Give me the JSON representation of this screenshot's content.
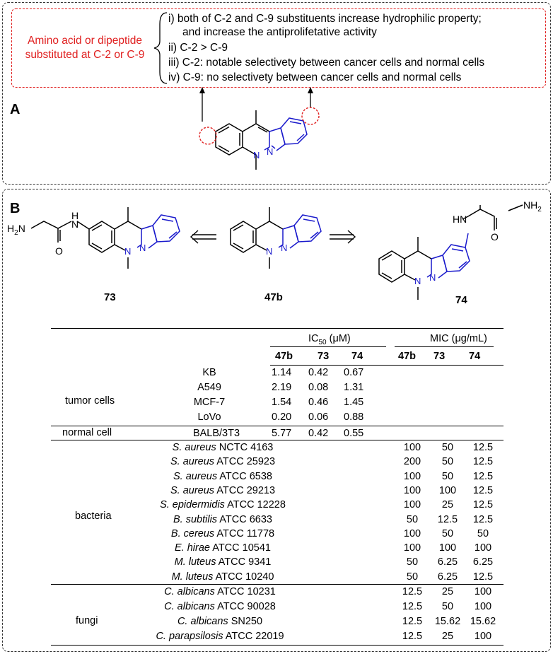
{
  "panel_a": {
    "label": "A",
    "title_line1": "Amino acid or dipeptide",
    "title_line2": "substituted at C-2 or C-9",
    "rules": [
      "i) both of C-2 and C-9 substituents increase hydrophilic property;",
      "and increase the antiprolifetative activity",
      "ii) C-2 > C-9",
      "iii) C-2: notable selectivety between cancer cells and normal cells",
      "iv) C-9: no selectivety between cancer cells and normal cells"
    ]
  },
  "panel_b": {
    "label": "B",
    "compounds": [
      "73",
      "47b",
      "74"
    ],
    "atoms": {
      "n": "N",
      "h": "H",
      "o": "O",
      "nh": "HN",
      "nh2": "NH",
      "h2n": "H",
      "sub2": "2"
    },
    "ic50_header": "IC",
    "ic50_sub": "50",
    "ic50_unit": "(μM)",
    "mic_header": "MIC",
    "mic_unit": "(μg/mL)",
    "col_heads": [
      "47b",
      "73",
      "74"
    ],
    "groups": {
      "tumor": "tumor cells",
      "normal": "normal cell",
      "bacteria": "bacteria",
      "fungi": "fungi"
    },
    "tumor_rows": [
      {
        "name": "KB",
        "v": [
          "1.14",
          "0.42",
          "0.67"
        ]
      },
      {
        "name": "A549",
        "v": [
          "2.19",
          "0.08",
          "1.31"
        ]
      },
      {
        "name": "MCF-7",
        "v": [
          "1.54",
          "0.46",
          "1.45"
        ]
      },
      {
        "name": "LoVo",
        "v": [
          "0.20",
          "0.06",
          "0.88"
        ]
      }
    ],
    "normal_rows": [
      {
        "name": "BALB/3T3",
        "v": [
          "5.77",
          "0.42",
          "0.55"
        ]
      }
    ],
    "bacteria_rows": [
      {
        "sp": "S. aureus",
        "strain": " NCTC 4163",
        "v": [
          "100",
          "50",
          "12.5"
        ]
      },
      {
        "sp": "S. aureus",
        "strain": " ATCC 25923",
        "v": [
          "200",
          "50",
          "12.5"
        ]
      },
      {
        "sp": "S. aureus",
        "strain": " ATCC 6538",
        "v": [
          "100",
          "50",
          "12.5"
        ]
      },
      {
        "sp": "S. aureus",
        "strain": " ATCC 29213",
        "v": [
          "100",
          "100",
          "12.5"
        ]
      },
      {
        "sp": "S. epidermidis",
        "strain": " ATCC 12228",
        "v": [
          "100",
          "25",
          "12.5"
        ]
      },
      {
        "sp": "B. subtilis",
        "strain": " ATCC 6633",
        "v": [
          "50",
          "12.5",
          "12.5"
        ]
      },
      {
        "sp": "B. cereus",
        "strain": " ATCC 11778",
        "v": [
          "100",
          "50",
          "50"
        ]
      },
      {
        "sp": "E. hirae",
        "strain": " ATCC 10541",
        "v": [
          "100",
          "100",
          "100"
        ]
      },
      {
        "sp": "M. luteus",
        "strain": " ATCC 9341",
        "v": [
          "50",
          "6.25",
          "6.25"
        ]
      },
      {
        "sp": "M. luteus",
        "strain": " ATCC 10240",
        "v": [
          "50",
          "6.25",
          "12.5"
        ]
      }
    ],
    "fungi_rows": [
      {
        "sp": "C. albicans",
        "strain": " ATCC 10231",
        "v": [
          "12.5",
          "25",
          "100"
        ]
      },
      {
        "sp": "C. albicans",
        "strain": " ATCC 90028",
        "v": [
          "12.5",
          "50",
          "100"
        ]
      },
      {
        "sp": "C. albicans",
        "strain": " SN250",
        "v": [
          "12.5",
          "15.62",
          "15.62"
        ]
      },
      {
        "sp": "C. parapsilosis",
        "strain": " ATCC 22019",
        "v": [
          "12.5",
          "25",
          "100"
        ]
      }
    ]
  }
}
